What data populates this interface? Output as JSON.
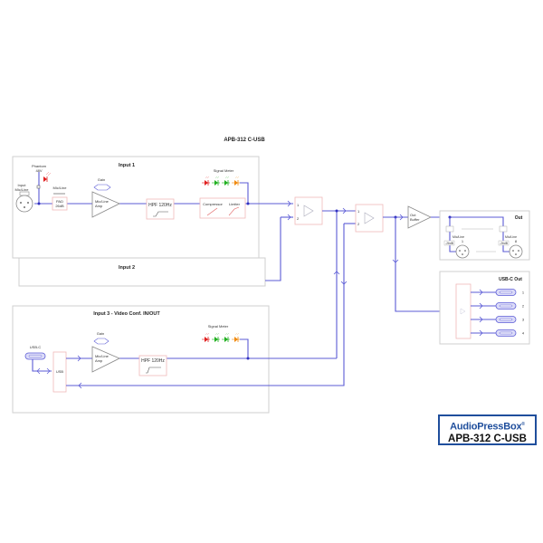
{
  "title": "APB-312 C-USB",
  "input1": {
    "label": "Input  1",
    "connector_label_1": "Input",
    "connector_label_2": "Mic/Line",
    "phantom_label_1": "Phantom",
    "phantom_label_2": "48V",
    "pad_switch_label": "Mic/Line",
    "pad_label_1": "PAD",
    "pad_label_2": "26dB",
    "gain_label": "Gain",
    "amp_label_1": "Mic/Line",
    "amp_label_2": "Amp",
    "hpf_label": "HPF 120Hz",
    "compressor_label": "Compressor",
    "limiter_label": "Limiter",
    "meter_label": "Signal Meter"
  },
  "input2": {
    "label": "Input  2"
  },
  "input3": {
    "label": "Input  3 - Video Conf. IN/OUT",
    "usbc_label": "USB-C",
    "usb_label": "USB",
    "gain_label": "Gain",
    "amp_label_1": "Mic/Line",
    "amp_label_2": "Amp",
    "hpf_label": "HPF 120Hz",
    "meter_label": "Signal Meter"
  },
  "mixer1": {
    "in1": "1",
    "in2": "2"
  },
  "mixer2": {
    "in1": "1",
    "in2": "2"
  },
  "out_buffer": {
    "label_1": "Out",
    "label_2": "Buffer"
  },
  "out_panel": {
    "label": "Out",
    "ch1": {
      "switch_label": "Mic/Line",
      "pad_label": "-26dB",
      "number": "1"
    },
    "ch2": {
      "switch_label": "Mic/Line",
      "pad_label": "-26dB",
      "number": "8"
    }
  },
  "usbc_out": {
    "label": "USB-C Out",
    "ports": [
      "1",
      "2",
      "3",
      "4"
    ]
  },
  "meter_colors": [
    "#e02020",
    "#20b020",
    "#20b020",
    "#f08a10"
  ],
  "wire_color": "#5b5bd6",
  "logo": {
    "brand": "AudioPressBox",
    "reg": "®",
    "model": "APB-312 C-USB"
  }
}
